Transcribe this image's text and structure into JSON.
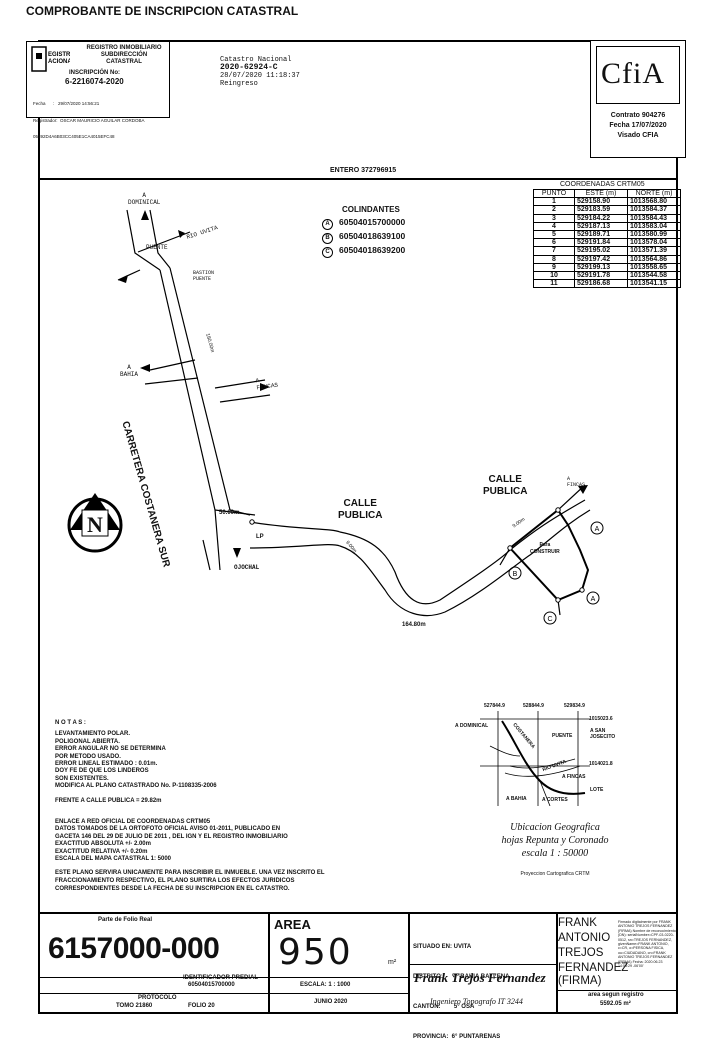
{
  "header": {
    "title": "COMPROBANTE DE INSCRIPCION CATASTRAL"
  },
  "registry_stamp": {
    "logo_text": "REGISTRO NACIONAL",
    "line1": "REGISTRO INMOBILIARIO",
    "line2": "SUBDIRECCIÓN",
    "line3": "CATASTRAL",
    "inscripcion_label": "INSCRIPCIÓN No:",
    "inscripcion_number": "6-2216074-2020",
    "fecha": "Fecha      :   29/07/2020 14:56:21",
    "registrador": "Registrador:  OSCAR MAURICIO AGUILAR CORDOBA",
    "hash": "05392D4A6B03CC405E1CA4015EFC48"
  },
  "catastro": {
    "line1": "Catastro Nacional",
    "line2": "2020-62924-C",
    "line3": "28/07/2020 11:18:37",
    "line4": "Reingreso"
  },
  "cfia": {
    "logo": "CfiA",
    "contrato": "Contrato 904276",
    "fecha": "Fecha 17/07/2020",
    "visado": "Visado CFIA"
  },
  "entero": "ENTERO  372796915",
  "colindantes": {
    "title": "COLINDANTES",
    "items": [
      {
        "mark": "A",
        "value": "60504015700000"
      },
      {
        "mark": "B",
        "value": "60504018639100"
      },
      {
        "mark": "C",
        "value": "60504018639200"
      }
    ]
  },
  "coords": {
    "title": "COORDENADAS CRTM05",
    "headers": [
      "PUNTO",
      "ESTE (m)",
      "NORTE (m)"
    ],
    "rows": [
      [
        "1",
        "529158.90",
        "1013568.80"
      ],
      [
        "2",
        "529183.59",
        "1013584.37"
      ],
      [
        "3",
        "529184.22",
        "1013584.43"
      ],
      [
        "4",
        "529187.13",
        "1013583.04"
      ],
      [
        "5",
        "529189.71",
        "1013580.99"
      ],
      [
        "6",
        "529191.84",
        "1013578.04"
      ],
      [
        "7",
        "529195.02",
        "1013571.39"
      ],
      [
        "8",
        "529197.42",
        "1013564.86"
      ],
      [
        "9",
        "529199.13",
        "1013558.65"
      ],
      [
        "10",
        "529191.78",
        "1013544.58"
      ],
      [
        "11",
        "529186.68",
        "1013541.15"
      ]
    ]
  },
  "map": {
    "road_name": "CARRETERA COSTANERA SUR",
    "dominical": "A\nDOMINICAL",
    "rio_uvita": "RIO UVITA",
    "puente": "PUENTE",
    "bastion": "BASTION\nPUENTE",
    "bahia": "A\nBAHIA",
    "fincas": "A\nFINCAS",
    "ojochal": "OJOCHAL",
    "lp": "LP",
    "d180": "180.00m",
    "d50": "50.00m",
    "d9a": "9.00m",
    "d9b": "9.00m",
    "d164": "164.80m",
    "calle1": "CALLE\nPUBLICA",
    "calle2": "CALLE\nPUBLICA",
    "fincas2": "A\nFINCAS",
    "para_construir": "Para\nCONSTRUIR",
    "north": "N"
  },
  "notes": {
    "title": "N O T A S :",
    "lines": [
      "LEVANTAMIENTO POLAR.",
      "POLIGONAL ABIERTA.",
      "ERROR ANGULAR NO SE DETERMINA",
      "POR METODO USADO.",
      "ERROR LINEAL ESTIMADO : 0.01m.",
      "DOY FE DE QUE LOS LINDEROS",
      "SON EXISTENTES.",
      "MODIFICA AL PLANO CATASTRADO No. P-1108335-2006",
      "",
      "FRENTE A CALLE PUBLICA = 29.82m",
      "",
      "",
      "ENLACE A RED OFICIAL DE COORDENADAS CRTM05",
      "DATOS TOMADOS DE LA ORTOFOTO OFICIAL AVISO 01-2011, PUBLICADO EN",
      "GACETA 146 DEL 29 DE JULIO DE 2011 , DEL IGN Y EL REGISTRO INMOBILIARIO",
      "EXACTITUD ABSOLUTA  +/- 2.00m",
      "EXACTITUD RELATIVA  +/- 0.20m",
      "ESCALA DEL MAPA CATASTRAL 1: 5000"
    ],
    "footer": "ESTE PLANO SERVIRA UNICAMENTE PARA INSCRIBIR EL INMUEBLE. UNA VEZ INSCRITO EL FRACCIONAMIENTO RESPECTIVO, EL PLANO SURTIRA LOS EFECTOS JURIDICOS CORRESPONDIENTES DESDE LA FECHA DE SU INSCRIPCION EN EL CATASTRO."
  },
  "location": {
    "x1": "527844.9",
    "x2": "528844.9",
    "x3": "529834.9",
    "y1": "1015023.6",
    "y2": "1014021.8",
    "dominical": "A DOMINICAL",
    "costanera": "COSTANERA",
    "puente": "PUENTE",
    "san_josecito": "A SAN\nJOSECITO",
    "rio_uvita": "RIO UVITA",
    "fincas": "A FINCAS",
    "lote": "LOTE",
    "bahia": "A BAHIA",
    "cortes": "A CORTES",
    "caption1": "Ubicacion Geografica",
    "caption2": "hojas Repunta y Coronado",
    "caption3": "escala 1 : 50000",
    "projection": "Proyeccion Cartografica CRTM"
  },
  "footer": {
    "parte_folio_label": "Parte de Folio Real",
    "folio": "6157000-000",
    "identificador_label": "IDENTIFICADOR PREDIAL",
    "identificador": "60504015700000",
    "protocolo_label": "PROTOCOLO",
    "tomo": "TOMO  21860",
    "folio_no": "FOLIO  20",
    "area_label": "AREA",
    "area_value": "950",
    "area_unit": "m²",
    "escala": "ESCALA: 1 : 1000",
    "fecha": "JUNIO 2020",
    "situado": "SITUADO EN: UVITA",
    "distrito": "DISTRITO:      4° BAHIA BALLENA",
    "canton": "CANTON:        5° OSA",
    "provincia": "PROVINCIA:  6° PUNTARENAS",
    "signature": "Frank Trejos Fernandez",
    "ingeniero": "Ingeniero Topografo IT 3244",
    "name_lines": [
      "FRANK",
      "ANTONIO",
      "TREJOS",
      "FERNANDEZ",
      "(FIRMA)"
    ],
    "digital_sig": "Firmado digitalmente por FRANK ANTONIO TREJOS FERNANDEZ (FIRMA) Nombre de reconocimiento (DN): serialNumber=CPF-03-0220-0512, sn=TREJOS FERNANDEZ, givenName=FRANK ANTONIO, c=CR, o=PERSONA FISICA, ou=CIUDADANO, cn=FRANK ANTONIO TREJOS FERNANDEZ (FIRMA) Fecha: 2020.06.23 14:53:29 -06'00'",
    "area_registro_label": "area segun registro",
    "area_registro": "5592.05 m²"
  }
}
